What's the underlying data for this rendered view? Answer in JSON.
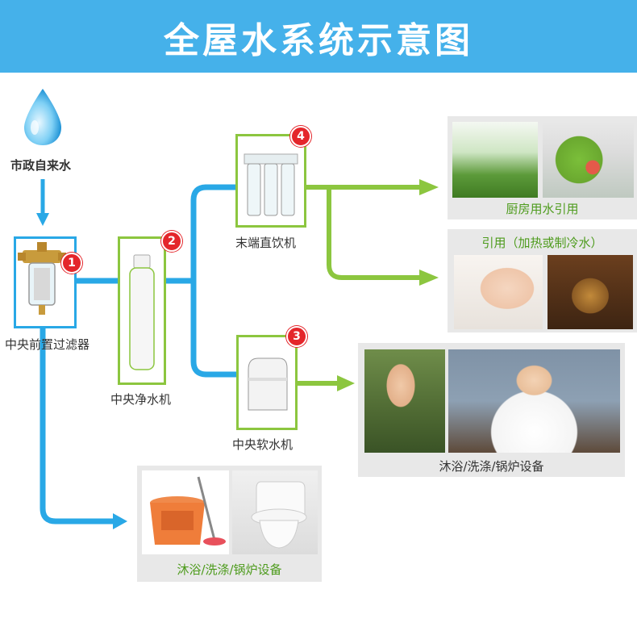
{
  "title": "全屋水系统示意图",
  "source": {
    "label": "市政自来水"
  },
  "devices": [
    {
      "number": "1",
      "label": "中央前置过滤器"
    },
    {
      "number": "2",
      "label": "中央净水机"
    },
    {
      "number": "3",
      "label": "中央软水机"
    },
    {
      "number": "4",
      "label": "末端直饮机"
    }
  ],
  "outputs": {
    "kitchen": "厨房用水引用",
    "drinking": "引用（加热或制冷水）",
    "bath": "沐浴/洗涤/锅炉设备",
    "bottom": "沐浴/洗涤/锅炉设备"
  },
  "colors": {
    "header": "#45b1ea",
    "blue_pipe": "#29a8e6",
    "green_pipe": "#8cc63f",
    "badge": "#e4262b"
  }
}
